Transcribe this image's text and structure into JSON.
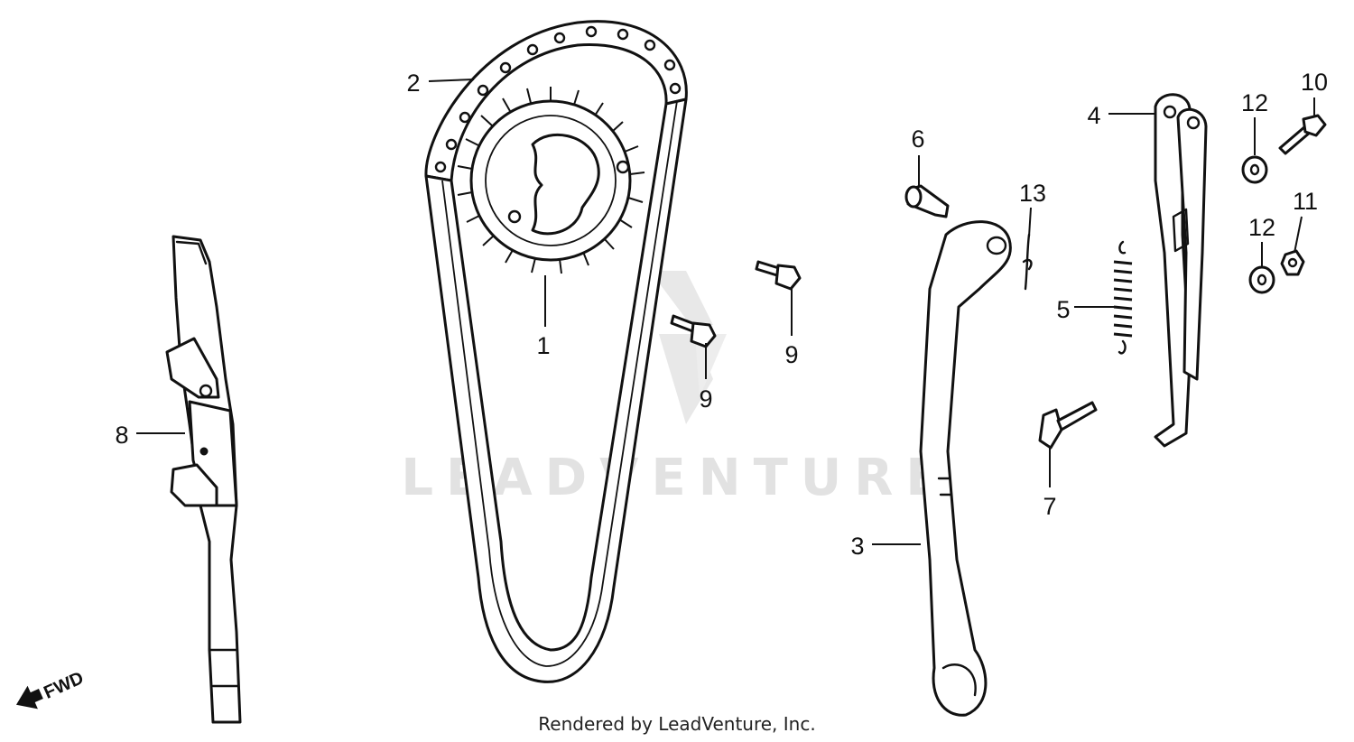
{
  "diagram": {
    "direction_label": "FWD",
    "watermark": "LEADVENTURE",
    "footer": "Rendered by LeadVenture, Inc."
  },
  "callouts": [
    {
      "id": "1",
      "label": "1",
      "part": "cam sprocket"
    },
    {
      "id": "2",
      "label": "2",
      "part": "cam chain"
    },
    {
      "id": "3",
      "label": "3",
      "part": "chain tensioner arm"
    },
    {
      "id": "4",
      "label": "4",
      "part": "tensioner bracket"
    },
    {
      "id": "5",
      "label": "5",
      "part": "tension spring"
    },
    {
      "id": "6",
      "label": "6",
      "part": "pivot bolt"
    },
    {
      "id": "7",
      "label": "7",
      "part": "stopper pin"
    },
    {
      "id": "8",
      "label": "8",
      "part": "chain guide"
    },
    {
      "id": "9a",
      "label": "9",
      "part": "bolt"
    },
    {
      "id": "9b",
      "label": "9",
      "part": "bolt"
    },
    {
      "id": "10",
      "label": "10",
      "part": "bolt"
    },
    {
      "id": "11",
      "label": "11",
      "part": "nut"
    },
    {
      "id": "12a",
      "label": "12",
      "part": "washer"
    },
    {
      "id": "12b",
      "label": "12",
      "part": "washer"
    },
    {
      "id": "13",
      "label": "13",
      "part": "cotter pin"
    }
  ],
  "icons": {
    "direction": "fwd-arrow-icon"
  }
}
